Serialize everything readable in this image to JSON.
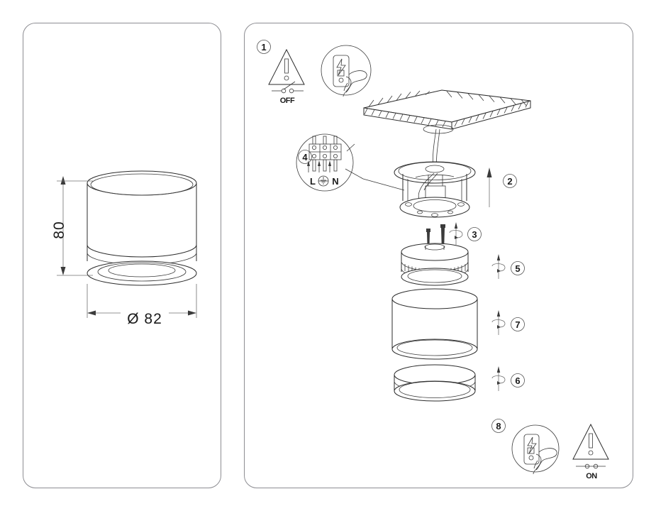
{
  "document": {
    "type": "installation-instruction-diagram",
    "product": "surface-mounted cylindrical ceiling downlight"
  },
  "panels": {
    "left": {
      "name": "dimensions-panel",
      "dimensions": {
        "height_label": "80",
        "diameter_label": "Ø 82"
      }
    },
    "right": {
      "name": "assembly-panel"
    }
  },
  "steps": [
    {
      "number": "1",
      "label": "1",
      "action": "switch-off-power"
    },
    {
      "number": "2",
      "label": "2",
      "action": "raise-base-to-ceiling"
    },
    {
      "number": "3",
      "label": "3",
      "action": "fix-with-screws"
    },
    {
      "number": "4",
      "label": "4",
      "action": "connect-wires-to-terminal"
    },
    {
      "number": "5",
      "label": "5",
      "action": "push-and-twist-led-module"
    },
    {
      "number": "6",
      "label": "6",
      "action": "push-and-twist-bottom-ring"
    },
    {
      "number": "7",
      "label": "7",
      "action": "push-and-twist-body"
    },
    {
      "number": "8",
      "label": "8",
      "action": "switch-on-power"
    }
  ],
  "switch_labels": {
    "off": "OFF",
    "on": "ON"
  },
  "terminal": {
    "live": "L",
    "neutral_symbol": "⏚",
    "neutral": "N"
  },
  "colors": {
    "panel_border": "#8d8d92",
    "line": "#2b2b2b",
    "dim_line": "#6f6f6f",
    "background": "#ffffff",
    "dark_fill": "#3b3b3b"
  }
}
